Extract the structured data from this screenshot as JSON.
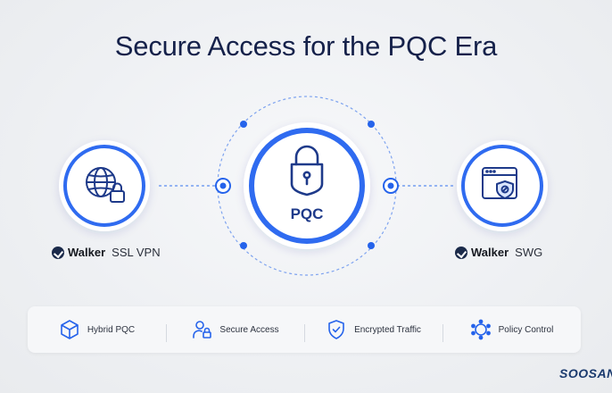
{
  "title": "Secure Access for the PQC Era",
  "left_node": {
    "brand": "Walker",
    "product": "SSL VPN",
    "icon": "globe-lock-icon"
  },
  "center_node": {
    "label": "PQC",
    "icon": "padlock-icon"
  },
  "right_node": {
    "brand": "Walker",
    "product": "SWG",
    "icon": "browser-shield-icon"
  },
  "features": [
    {
      "label": "Hybrid PQC",
      "icon": "cube-icon"
    },
    {
      "label": "Secure Access",
      "icon": "user-lock-icon"
    },
    {
      "label": "Encrypted Traffic",
      "icon": "shield-check-icon"
    },
    {
      "label": "Policy Control",
      "icon": "gear-nodes-icon"
    }
  ],
  "company_logo": "SOOSAN",
  "colors": {
    "accent": "#2563eb",
    "title": "#15214a"
  }
}
